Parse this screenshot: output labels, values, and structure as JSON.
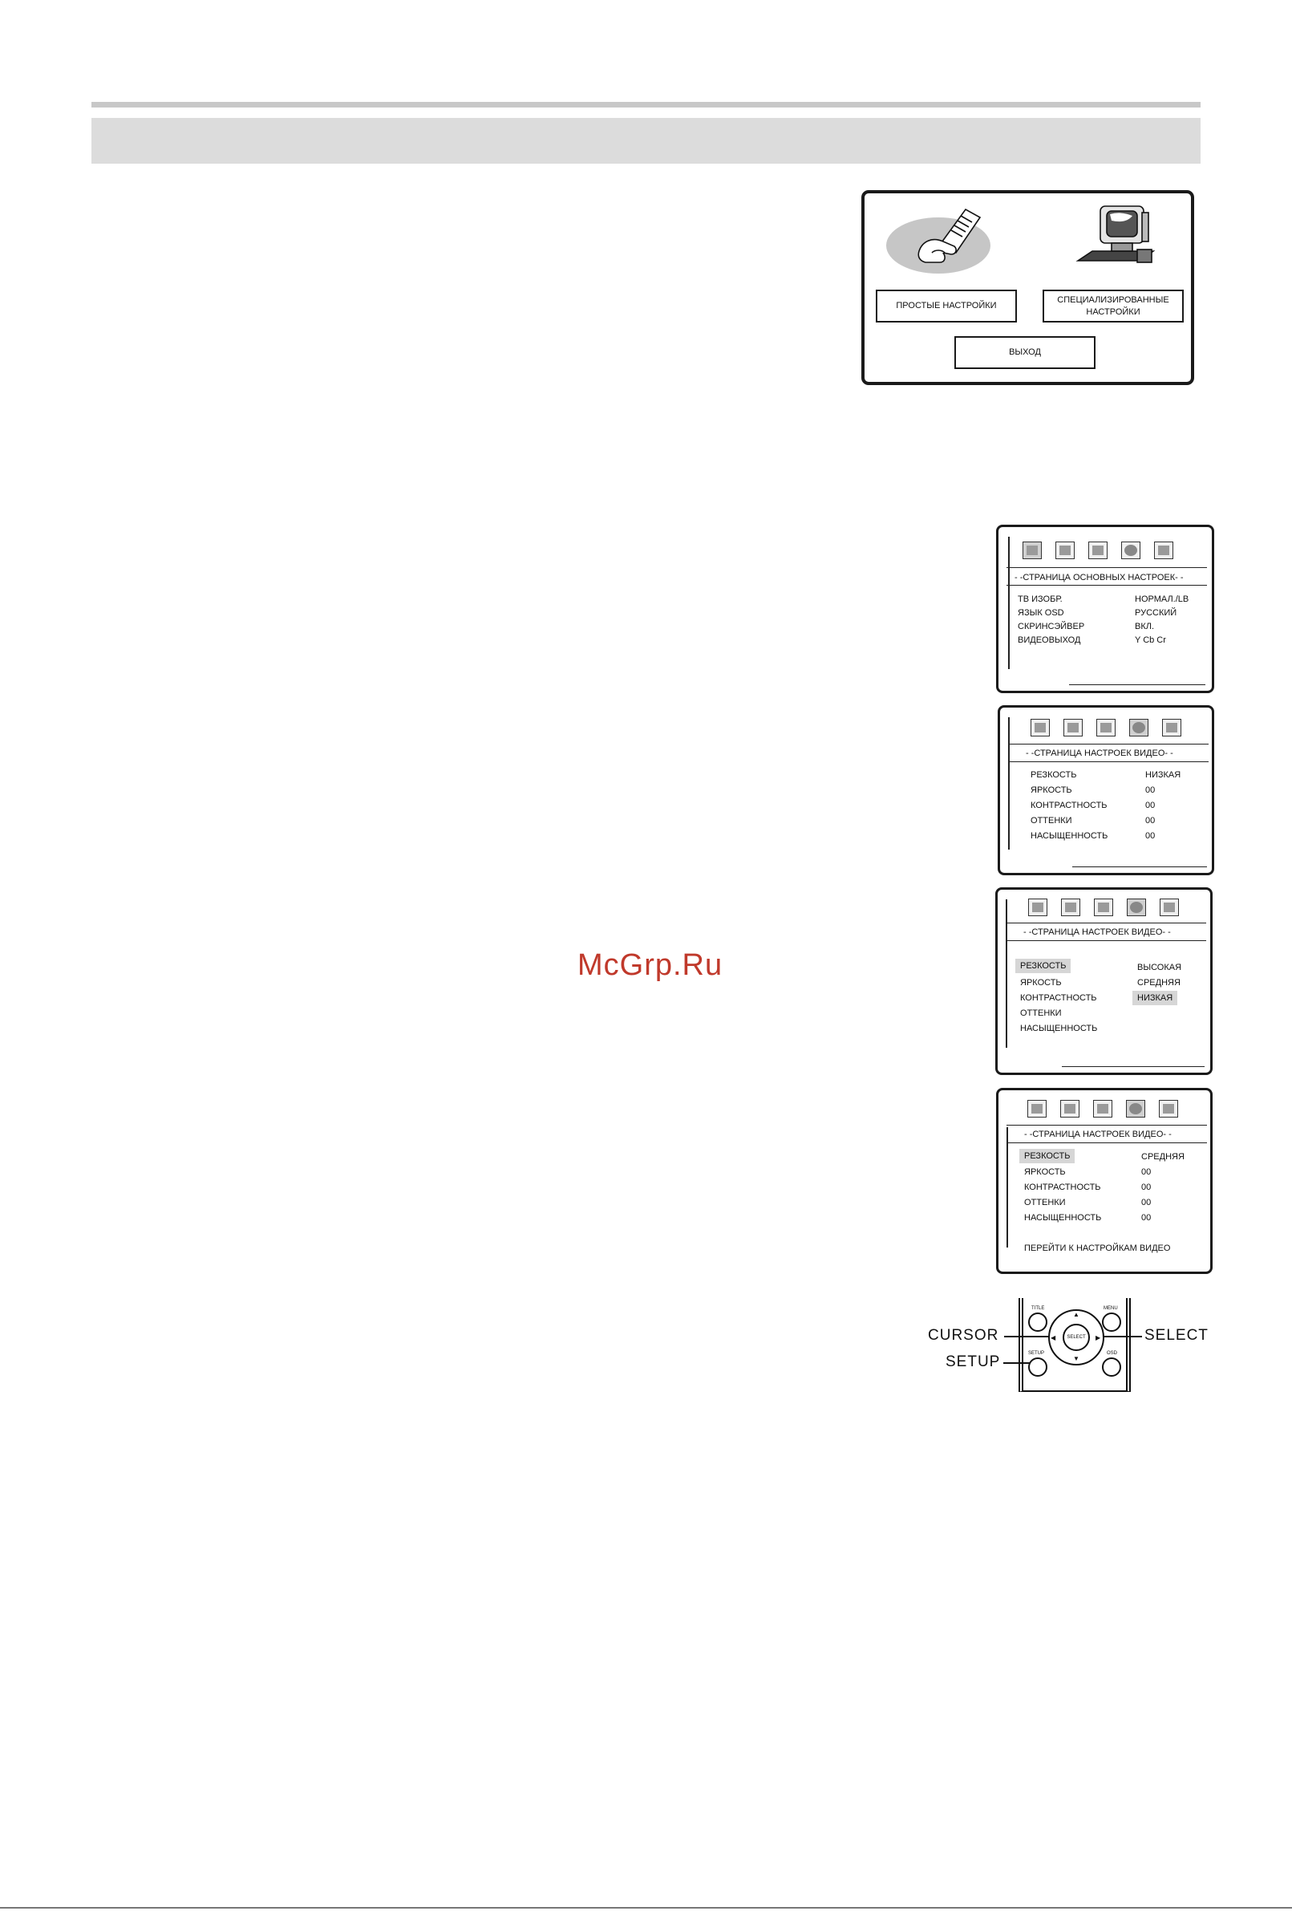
{
  "setup_menu": {
    "simple_setup": "ПРОСТЫЕ НАСТРОЙКИ",
    "expert_setup": "СПЕЦИАЛИЗИРОВАННЫЕ НАСТРОЙКИ",
    "exit": "ВЫХОД"
  },
  "general_page": {
    "title": "- -СТРАНИЦА ОСНОВНЫХ НАСТРОЕК- -",
    "rows": [
      {
        "label": "ТВ ИЗОБР.",
        "value": "НОРМАЛ./LB"
      },
      {
        "label": "ЯЗЫК OSD",
        "value": "РУССКИЙ"
      },
      {
        "label": "СКРИНСЭЙВЕР",
        "value": "ВКЛ."
      },
      {
        "label": "ВИДЕОВЫХОД",
        "value": "Y Cb Cr"
      }
    ]
  },
  "video_page_1": {
    "title": "- -СТРАНИЦА НАСТРОЕК ВИДЕО- -",
    "rows": [
      {
        "label": "РЕЗКОСТЬ",
        "value": "НИЗКАЯ"
      },
      {
        "label": "ЯРКОСТЬ",
        "value": "00"
      },
      {
        "label": "КОНТРАСТНОСТЬ",
        "value": "00"
      },
      {
        "label": "ОТТЕНКИ",
        "value": "00"
      },
      {
        "label": "НАСЫЩЕННОСТЬ",
        "value": "00"
      }
    ]
  },
  "video_page_2": {
    "title": "- -СТРАНИЦА НАСТРОЕК ВИДЕО- -",
    "labels": [
      "РЕЗКОСТЬ",
      "ЯРКОСТЬ",
      "КОНТРАСТНОСТЬ",
      "ОТТЕНКИ",
      "НАСЫЩЕННОСТЬ"
    ],
    "options": [
      "ВЫСОКАЯ",
      "СРЕДНЯЯ",
      "НИЗКАЯ"
    ]
  },
  "video_page_3": {
    "title": "- -СТРАНИЦА НАСТРОЕК ВИДЕО- -",
    "rows": [
      {
        "label": "РЕЗКОСТЬ",
        "value": "СРЕДНЯЯ"
      },
      {
        "label": "ЯРКОСТЬ",
        "value": "00"
      },
      {
        "label": "КОНТРАСТНОСТЬ",
        "value": "00"
      },
      {
        "label": "ОТТЕНКИ",
        "value": "00"
      },
      {
        "label": "НАСЫЩЕННОСТЬ",
        "value": "00"
      }
    ],
    "footer": "ПЕРЕЙТИ К НАСТРОЙКАМ ВИДЕО"
  },
  "remote": {
    "top_left_label": "TITLE",
    "top_right_label": "MENU",
    "bottom_left_label": "SETUP",
    "bottom_right_label": "OSD",
    "center_label": "SELECT",
    "callout_cursor": "CURSOR",
    "callout_select": "SELECT",
    "callout_setup": "SETUP"
  },
  "watermark": "McGrp.Ru"
}
